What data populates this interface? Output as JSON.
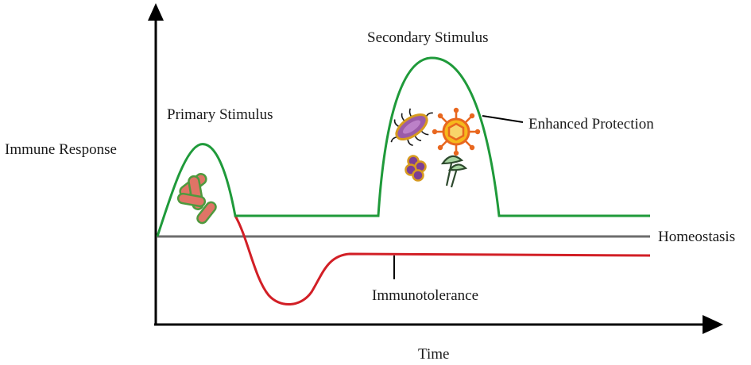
{
  "labels": {
    "y_axis": "Immune Response",
    "x_axis": "Time",
    "primary": "Primary Stimulus",
    "secondary": "Secondary Stimulus",
    "enhanced": "Enhanced Protection",
    "homeostasis": "Homeostasis",
    "immunotolerance": "Immunotolerance"
  },
  "colors": {
    "axis": "#000000",
    "response_curve": "#1f9a3a",
    "tolerance_curve": "#d21f26",
    "homeostasis_line": "#6d6d6d",
    "bacteria_fill": "#e07466",
    "bacteria_outline": "#4e9a3e",
    "virus_fill": "#f6b81c",
    "virus_outline": "#e8671f",
    "germ_fill": "#9a5ba8",
    "germ_outline": "#d79a1f",
    "fungus_fill": "#a6d4a0",
    "fungus_outline": "#2e4a2e"
  },
  "icons": [
    "bacteria-icon",
    "germ-icon",
    "virus-icon",
    "cocci-icon",
    "fungus-icon"
  ]
}
